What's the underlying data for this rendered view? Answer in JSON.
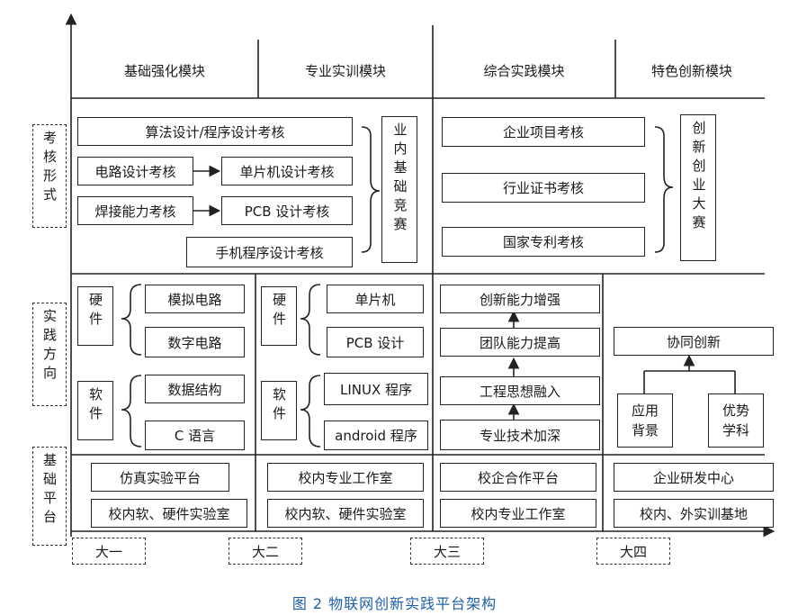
{
  "modules": [
    "基础强化模块",
    "专业实训模块",
    "综合实践模块",
    "特色创新模块"
  ],
  "side_labels": {
    "assessment": "考核形式",
    "practice": "实践方向",
    "platform": "基础平台"
  },
  "assessment": {
    "left": {
      "algorithm": "算法设计/程序设计考核",
      "circuit": "电路设计考核",
      "mcu": "单片机设计考核",
      "welding": "焊接能力考核",
      "pcb": "PCB 设计考核",
      "mobile": "手机程序设计考核",
      "competition": "业内基础竞赛"
    },
    "right": {
      "enterprise_project": "企业项目考核",
      "industry_cert": "行业证书考核",
      "patent": "国家专利考核",
      "innovation_contest": "创新创业大赛"
    }
  },
  "practice": {
    "col1": {
      "hardware": "硬件",
      "analog": "模拟电路",
      "digital": "数字电路",
      "software": "软件",
      "data_structure": "数据结构",
      "c_lang": "C 语言"
    },
    "col2": {
      "hardware": "硬件",
      "mcu": "单片机",
      "pcb": "PCB 设计",
      "software": "软件",
      "linux": "LINUX 程序",
      "android": "android 程序"
    },
    "col3": [
      "创新能力增强",
      "团队能力提高",
      "工程思想融入",
      "专业技术加深"
    ],
    "col4": {
      "collab": "协同创新",
      "background": "应用背景",
      "advantage": "优势学科"
    }
  },
  "platform": {
    "col1": [
      "仿真实验平台",
      "校内软、硬件实验室"
    ],
    "col2": [
      "校内专业工作室",
      "校内软、硬件实验室"
    ],
    "col3": [
      "校企合作平台",
      "校内专业工作室"
    ],
    "col4": [
      "企业研发中心",
      "校内、外实训基地"
    ]
  },
  "years": [
    "大一",
    "大二",
    "大三",
    "大四"
  ],
  "caption": "图 2 物联网创新实践平台架构"
}
